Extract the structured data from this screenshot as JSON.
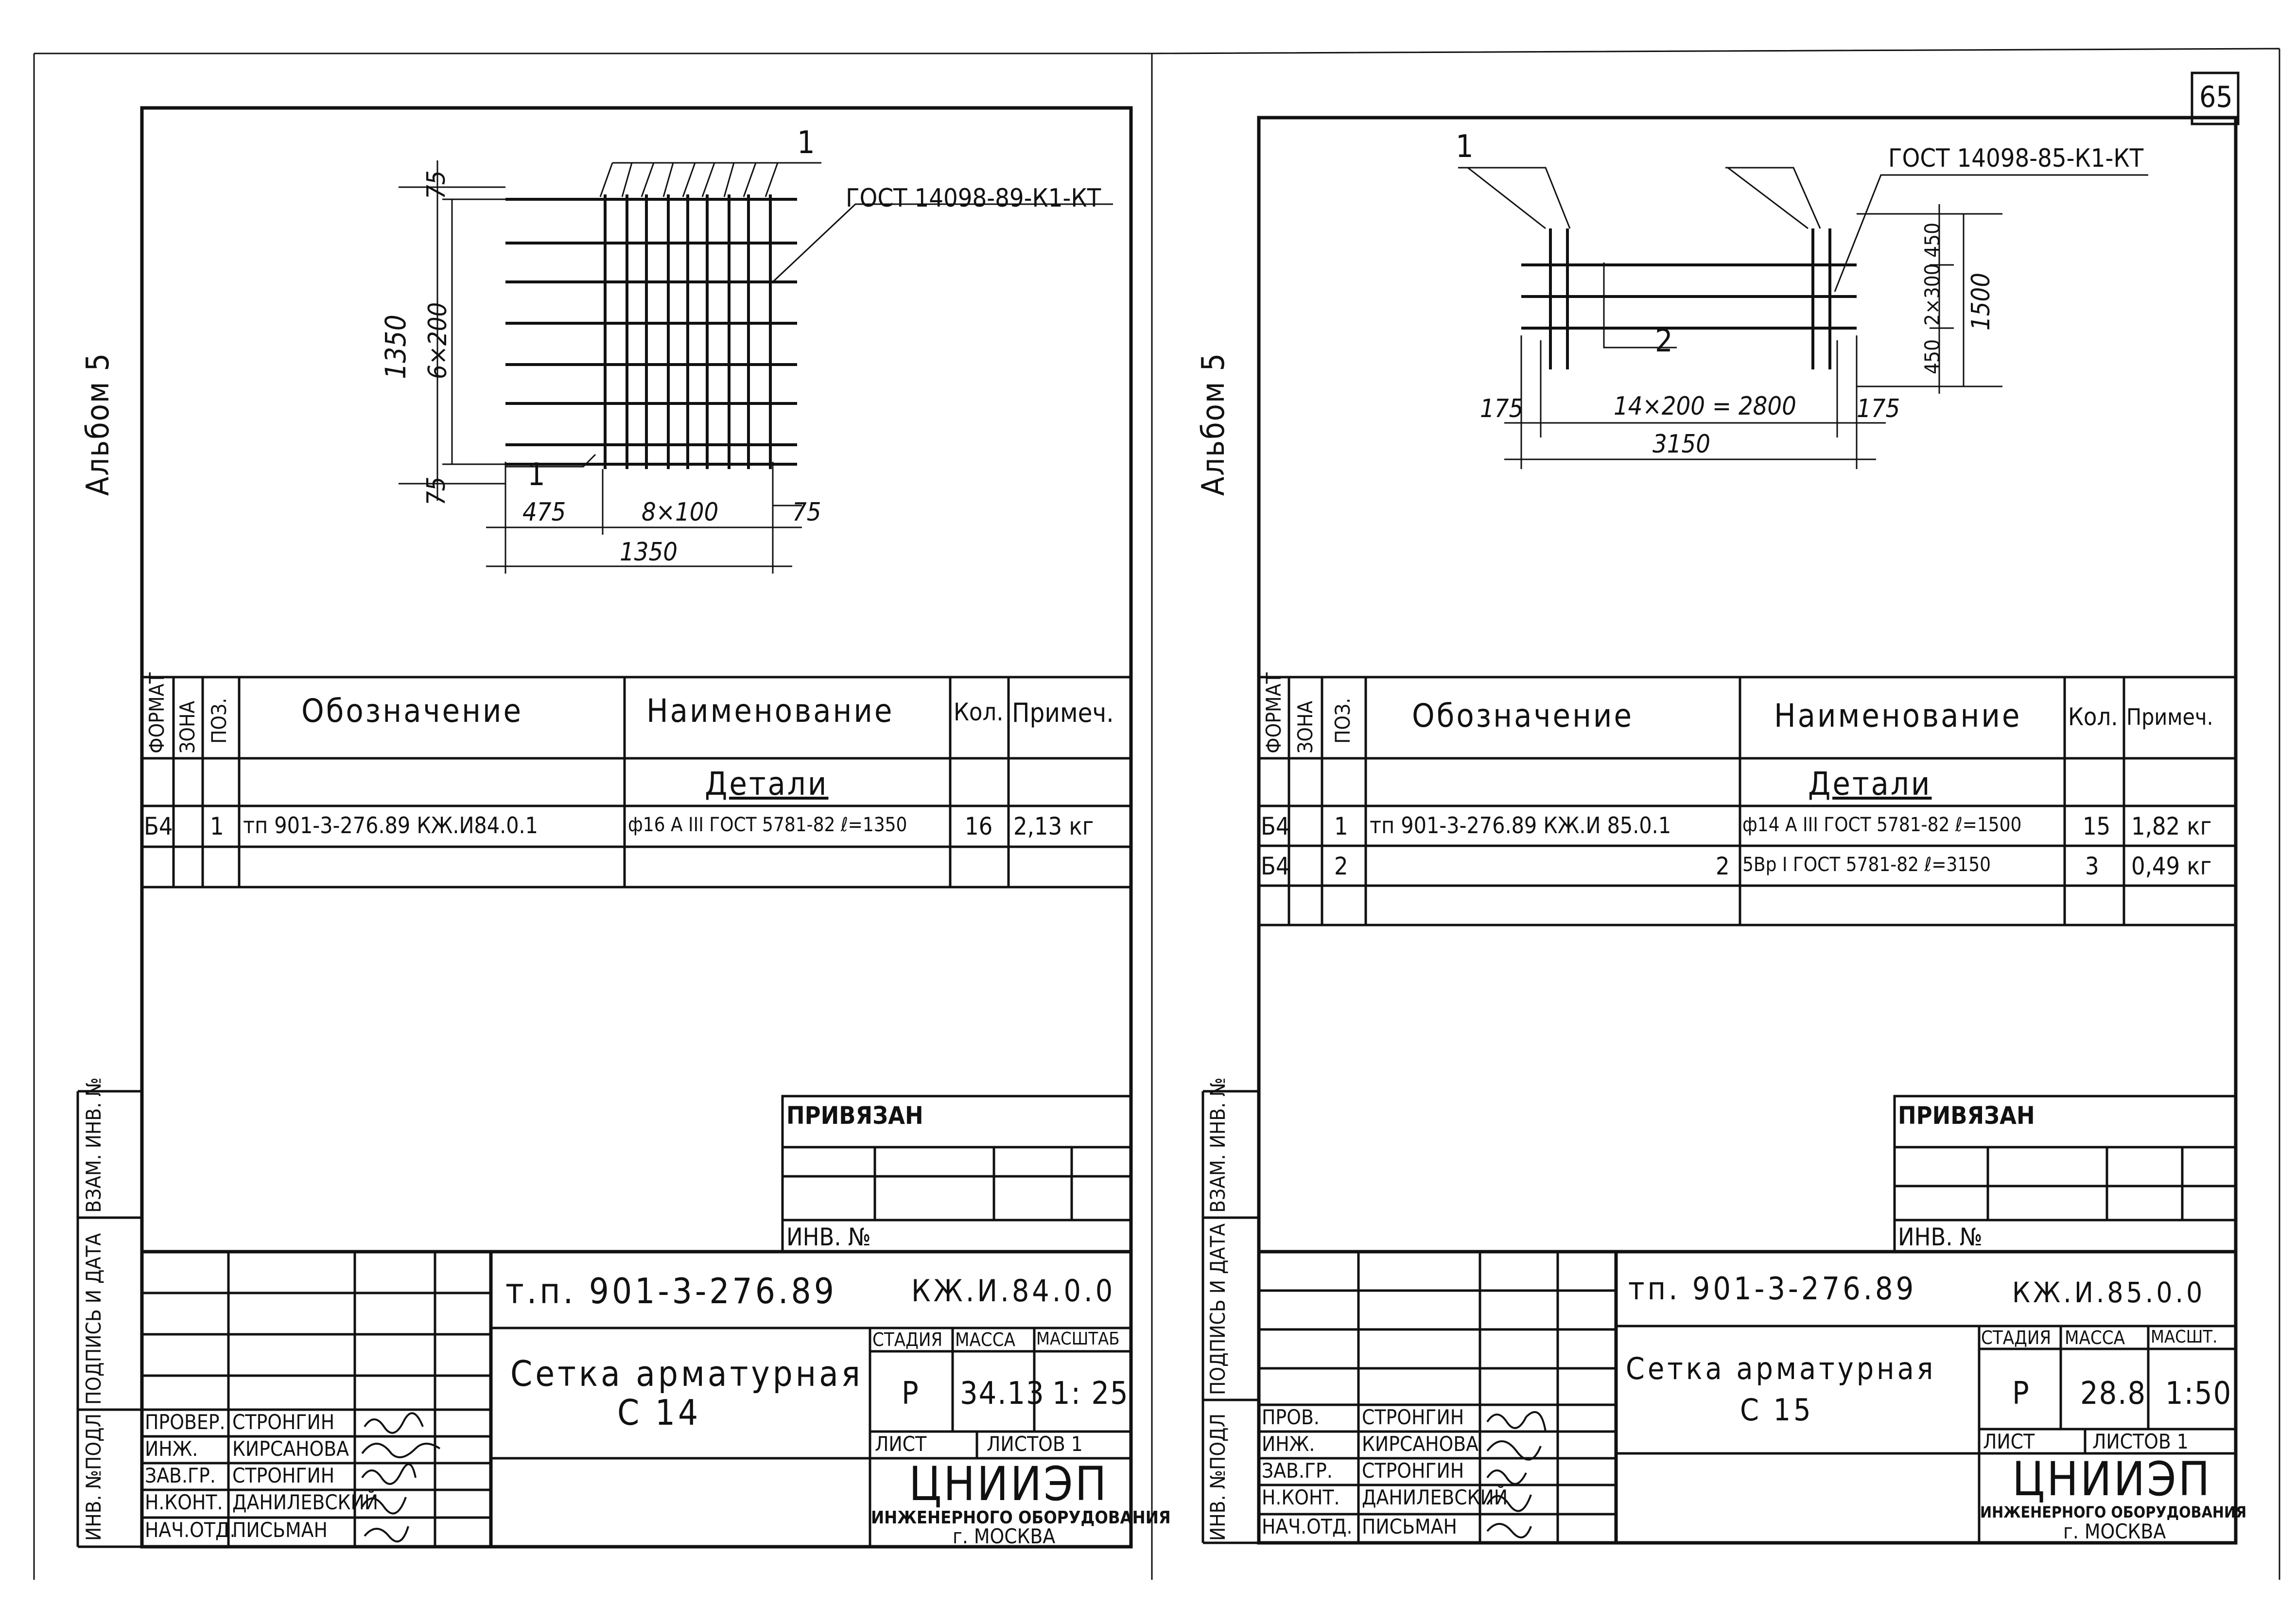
{
  "page_number": "65",
  "album_label": "Альбом 5",
  "stamp_columns": {
    "inv_podl": "ИНВ. №ПОДЛ",
    "podpis_data": "ПОДПИСЬ И ДАТА",
    "vzam_inv": "ВЗАМ. ИНВ. №"
  },
  "spec_headers": {
    "format": "ФОРМАТ",
    "zona": "ЗОНА",
    "poz": "ПОЗ.",
    "oboznachenie": "Обозначение",
    "naimenovanie": "Наименование",
    "kol": "Кол.",
    "primech": "Примеч."
  },
  "section_label": "Детали",
  "binding": {
    "privyazan": "ПРИВЯЗАН",
    "inv_no": "ИНВ. №"
  },
  "org": {
    "name": "ЦНИИЭП",
    "sub": "ИНЖЕНЕРНОГО ОБОРУДОВАНИЯ",
    "city": "г. МОСКВА"
  },
  "stage_headers": {
    "stadiya": "СТАДИЯ",
    "massa": "МАССА",
    "list": "ЛИСТ",
    "listov": "ЛИСТОВ 1"
  },
  "left": {
    "drawing": {
      "callout_1": "1",
      "callout_1b": "1",
      "gost_label": "ГОСТ 14098-89-К1-КТ",
      "dim_top": "75",
      "dim_bottom": "75",
      "dim_height": "1350",
      "dim_rows": "6×200",
      "dim_left": "475",
      "dim_mid": "8×100",
      "dim_right": "75",
      "dim_total": "1350"
    },
    "rows": [
      {
        "format": "Б4",
        "zona": "",
        "poz": "1",
        "code": "тп 901-3-276.89 КЖ.И84.0.1",
        "name": "ф16 A III ГОСТ 5781-82 ℓ=1350",
        "qty": "16",
        "note": "2,13 кг"
      }
    ],
    "signatures": [
      {
        "role": "ПРОВЕР.",
        "name": "СТРОНГИН"
      },
      {
        "role": "ИНЖ.",
        "name": "КИРСАНОВА"
      },
      {
        "role": "ЗАВ.ГР.",
        "name": "СТРОНГИН"
      },
      {
        "role": "Н.КОНТ.",
        "name": "ДАНИЛЕВСКИЙ"
      },
      {
        "role": "НАЧ.ОТД.",
        "name": "ПИСЬМАН"
      }
    ],
    "project_code": "т.п. 901-3-276.89",
    "doc_code": "КЖ.И.84.0.0",
    "title_line1": "Сетка арматурная",
    "title_line2": "С 14",
    "scale_header": "МАСШТАБ",
    "stage": "Р",
    "mass": "34.13",
    "scale": "1: 25",
    "sheet": ""
  },
  "right": {
    "drawing": {
      "callout_1": "1",
      "callout_2": "2",
      "gost_label": "ГОСТ 14098-85-К1-КТ",
      "dim_left": "175",
      "dim_mid": "14×200 = 2800",
      "dim_right": "175",
      "dim_total": "3150",
      "dim_v_top": "450",
      "dim_v_mid": "2×300",
      "dim_v_bottom": "450",
      "dim_v_total": "1500"
    },
    "rows": [
      {
        "format": "Б4",
        "zona": "",
        "poz": "1",
        "code": "тп 901-3-276.89 КЖ.И 85.0.1",
        "name": "ф14 A III ГОСТ 5781-82 ℓ=1500",
        "qty": "15",
        "note": "1,82 кг"
      },
      {
        "format": "Б4",
        "zona": "",
        "poz": "2",
        "code": "2",
        "name": "5Вр I ГОСТ 5781-82 ℓ=3150",
        "qty": "3",
        "note": "0,49 кг"
      }
    ],
    "signatures": [
      {
        "role": "ПРОВ.",
        "name": "СТРОНГИН"
      },
      {
        "role": "ИНЖ.",
        "name": "КИРСАНОВА"
      },
      {
        "role": "ЗАВ.ГР.",
        "name": "СТРОНГИН"
      },
      {
        "role": "Н.КОНТ.",
        "name": "ДАНИЛЕВСКИЙ"
      },
      {
        "role": "НАЧ.ОТД.",
        "name": "ПИСЬМАН"
      }
    ],
    "project_code": "тп. 901-3-276.89",
    "doc_code": "КЖ.И.85.0.0",
    "title_line1": "Сетка арматурная",
    "title_line2": "С 15",
    "scale_header": "МАСШТ.",
    "stage": "Р",
    "mass": "28.8",
    "scale": "1:50",
    "sheet": ""
  }
}
